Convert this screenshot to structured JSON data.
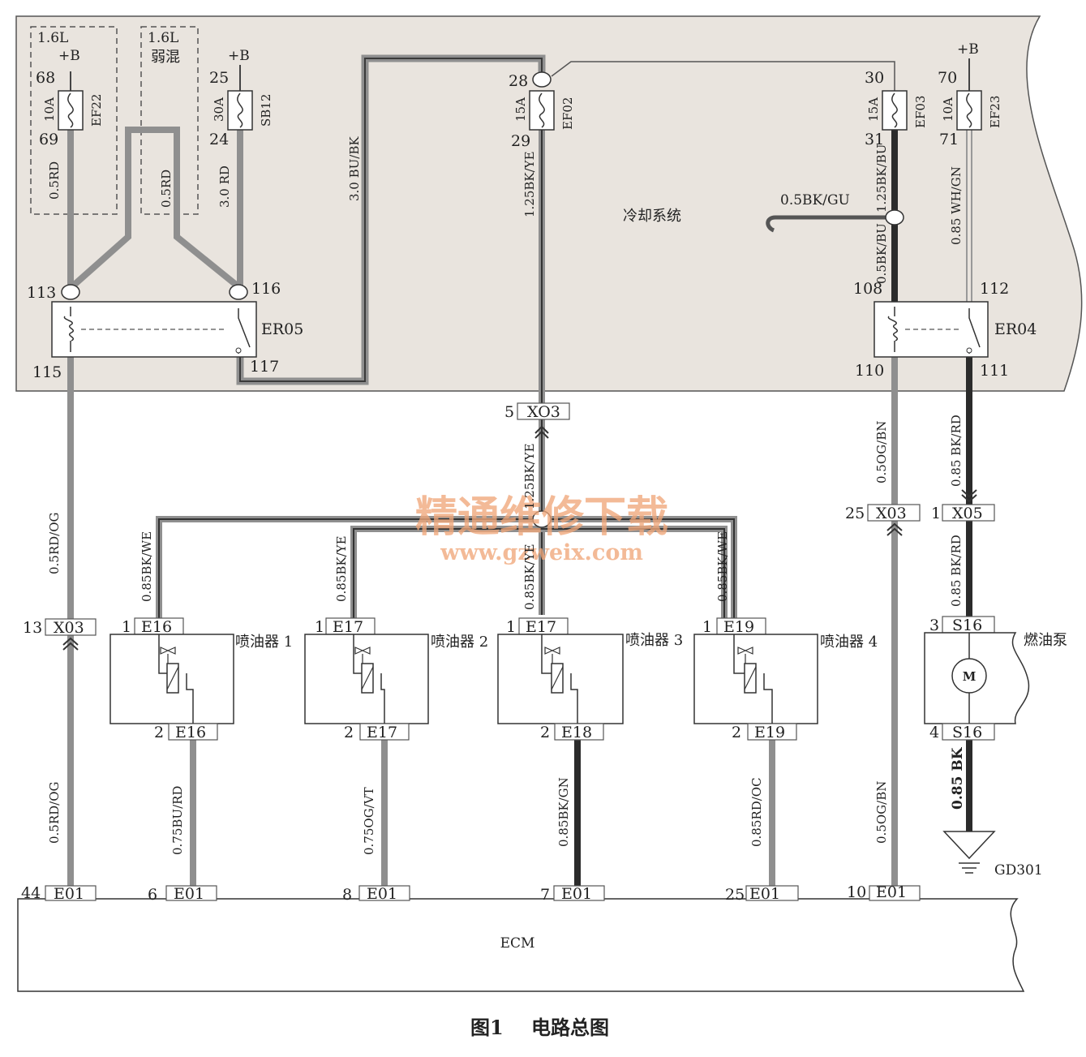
{
  "header": {
    "text": ""
  },
  "colors": {
    "panel_fill": "#e9e4de",
    "wire_gray": "#8f8f8f",
    "wire_dark": "#2b2b2b",
    "watermark": "#f0a77a"
  },
  "fuses": {
    "ef22": {
      "name": "EF22",
      "rating": "10A",
      "pin_in": "68",
      "pin_out": "69",
      "supply": "+B",
      "group": "1.6L"
    },
    "sb12": {
      "name": "SB12",
      "rating": "30A",
      "pin_in": "25",
      "pin_out": "24",
      "supply": "+B"
    },
    "weak_mix": {
      "line1": "1.6L",
      "line2": "弱混"
    },
    "ef02": {
      "name": "EF02",
      "rating": "15A",
      "pin_in": "28",
      "pin_out": "29"
    },
    "ef03": {
      "name": "EF03",
      "rating": "15A",
      "pin_in": "30",
      "pin_out": "31"
    },
    "ef23": {
      "name": "EF23",
      "rating": "10A",
      "pin_in": "70",
      "pin_out": "71",
      "supply": "+B"
    }
  },
  "relays": {
    "er05": {
      "name": "ER05",
      "pin_tl": "113",
      "pin_tr": "116",
      "pin_bl": "115",
      "pin_br": "117"
    },
    "er04": {
      "name": "ER04",
      "pin_tl": "108",
      "pin_tr": "112",
      "pin_bl": "110",
      "pin_br": "111"
    }
  },
  "cooling_system": "冷却系统",
  "wires": {
    "w_ef22_out": "0.5RD",
    "w_mid": "0.5RD",
    "w_sb12_out": "3.0 RD",
    "w_bu_bk": "3.0 BU/BK",
    "w_ef02_out": "1.25BK/YE",
    "w_ef03_out": "1.25BK/BU",
    "w_bk_bu": "0.5BK/BU",
    "w_bk_gu": "0.5BK/GU",
    "w_wh_gn": "0.85 WH/GN",
    "w_x03_5": "1.25BK/YE",
    "w_og_bn_top": "0.5OG/BN",
    "w_bk_rd_top": "0.85 BK/RD",
    "w_rd_og_top": "0.5RD/OG",
    "w_inj1_in": "0.85BK/WE",
    "w_inj2_in": "0.85BK/YE",
    "w_inj3_in": "0.85BK/YE",
    "w_inj4_in": "0.85BK/WE",
    "w_bk_rd_mid": "0.85 BK/RD",
    "w_rd_og_bot": "0.5RD/OG",
    "w_inj1_out": "0.75BU/RD",
    "w_inj2_out": "0.75OG/VT",
    "w_inj3_out": "0.85BK/GN",
    "w_inj4_out": "0.85RD/OC",
    "w_og_bn_bot": "0.5OG/BN",
    "w_bk_gnd": "0.85 BK"
  },
  "connectors": {
    "x03_5": {
      "pin": "5",
      "name": "XO3"
    },
    "x03_25": {
      "pin": "25",
      "name": "X03"
    },
    "x05_1": {
      "pin": "1",
      "name": "X05"
    },
    "x03_13": {
      "pin": "13",
      "name": "X03"
    }
  },
  "injectors": [
    {
      "label": "喷油器 1",
      "top_pin": "1",
      "top_conn": "E16",
      "bot_pin": "2",
      "bot_conn": "E16"
    },
    {
      "label": "喷油器 2",
      "top_pin": "1",
      "top_conn": "E17",
      "bot_pin": "2",
      "bot_conn": "E17"
    },
    {
      "label": "喷油器 3",
      "top_pin": "1",
      "top_conn": "E17",
      "bot_pin": "2",
      "bot_conn": "E18"
    },
    {
      "label": "喷油器 4",
      "top_pin": "1",
      "top_conn": "E19",
      "bot_pin": "2",
      "bot_conn": "E19"
    }
  ],
  "fuel_pump": {
    "label": "燃油泵",
    "top_pin": "3",
    "top_conn": "S16",
    "bot_pin": "4",
    "bot_conn": "S16",
    "motor_symbol": "M"
  },
  "ground": {
    "name": "GD301"
  },
  "ecm": {
    "label": "ECM",
    "pins": [
      {
        "pin": "44",
        "conn": "E01"
      },
      {
        "pin": "6",
        "conn": "E01"
      },
      {
        "pin": "8",
        "conn": "E01"
      },
      {
        "pin": "7",
        "conn": "E01"
      },
      {
        "pin": "25",
        "conn": "E01"
      },
      {
        "pin": "10",
        "conn": "E01"
      }
    ]
  },
  "watermark": {
    "line1": "精通维修下载",
    "line2": "www.gzweix.com"
  },
  "caption": {
    "figure": "图1",
    "title": "电路总图"
  }
}
